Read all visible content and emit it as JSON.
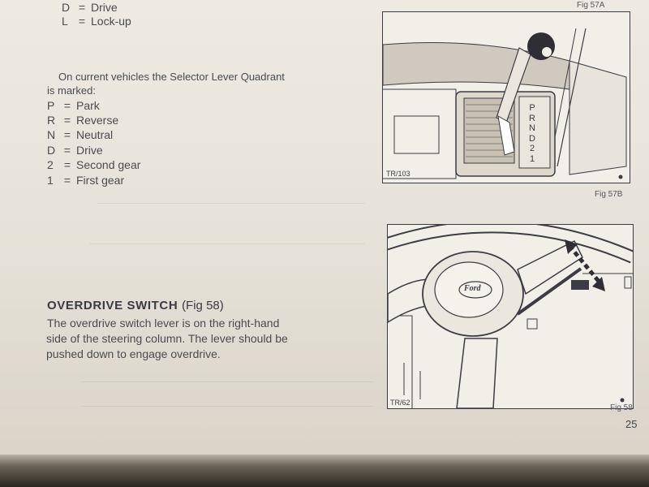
{
  "top_list": [
    {
      "key": "D",
      "label": "Drive"
    },
    {
      "key": "L",
      "label": "Lock-up"
    }
  ],
  "quadrant_intro": {
    "line1": "On current vehicles the Selector Lever Quadrant",
    "line2": "is marked:"
  },
  "quadrant_list": [
    {
      "key": "P",
      "label": "Park"
    },
    {
      "key": "R",
      "label": "Reverse"
    },
    {
      "key": "N",
      "label": "Neutral"
    },
    {
      "key": "D",
      "label": "Drive"
    },
    {
      "key": "2",
      "label": "Second gear"
    },
    {
      "key": "1",
      "label": "First gear"
    }
  ],
  "overdrive": {
    "title": "OVERDRIVE SWITCH",
    "fig_ref": "(Fig 58)",
    "body": [
      "The overdrive switch lever is on the right-hand",
      "side of the steering column. The lever should be",
      "pushed down to engage overdrive."
    ]
  },
  "figures": {
    "fig57a_caption": "Fig 57A",
    "fig57b_caption": "Fig 57B",
    "fig57b_label": "TR/103",
    "quadrant_letters": [
      "P",
      "R",
      "N",
      "D",
      "2",
      "1"
    ],
    "fig58_caption": "Fig 58",
    "fig58_label": "TR/62",
    "badge_text": "Ford"
  },
  "page_number": "25"
}
